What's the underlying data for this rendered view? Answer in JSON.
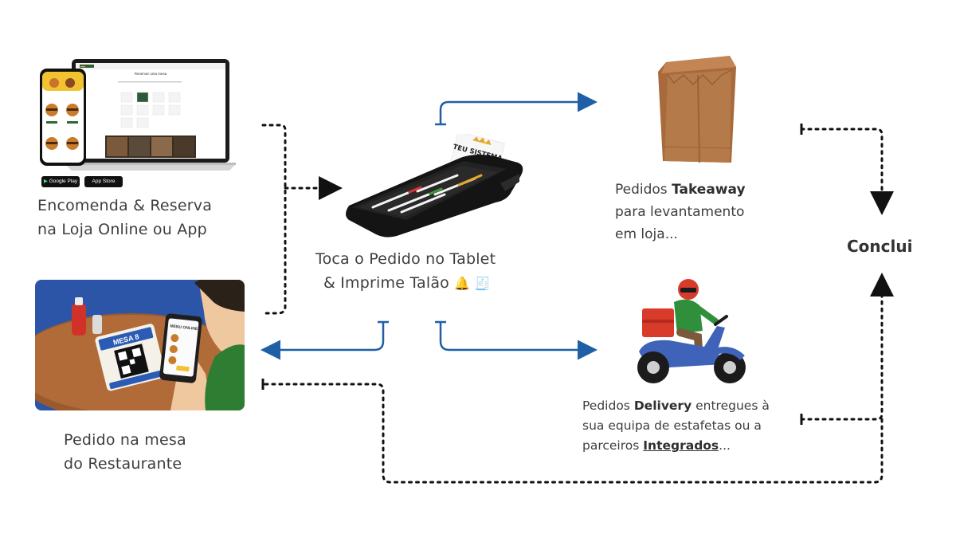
{
  "sources": {
    "online": {
      "line1": "Encomenda & Reserva",
      "line2": "na Loja Online ou App",
      "store_badges": [
        "Google Play",
        "App Store"
      ],
      "laptop_title": "Reservar uma mesa"
    },
    "table": {
      "line1": "Pedido na mesa",
      "line2": "do Restaurante",
      "card_label": "MESA 8",
      "phone_title": "MENU ONLINE"
    }
  },
  "center": {
    "printer_label": "TEU SISTEMA",
    "line1": "Toca o Pedido no Tablet",
    "line2": "& Imprime Talão",
    "emoji": "🔔 🧾"
  },
  "takeaway": {
    "prefix": "Pedidos ",
    "bold": "Takeaway",
    "line2": "para levantamento",
    "line3": "em loja..."
  },
  "delivery": {
    "prefix": "Pedidos ",
    "bold": "Delivery",
    "suffix": " entregues à",
    "line2": "sua equipa de estafetas ou a",
    "line3_prefix": "parceiros ",
    "line3_bold": "Integrados",
    "line3_suffix": "..."
  },
  "end": {
    "label": "Conclui"
  },
  "colors": {
    "arrow_blue": "#1f5fa6",
    "dotted": "#111111",
    "bag": "#b57a49",
    "scooter": "#3f63b8",
    "box_red": "#d93b2b",
    "rider_green": "#2f8f3a",
    "table_bg": "#2c55a8"
  }
}
